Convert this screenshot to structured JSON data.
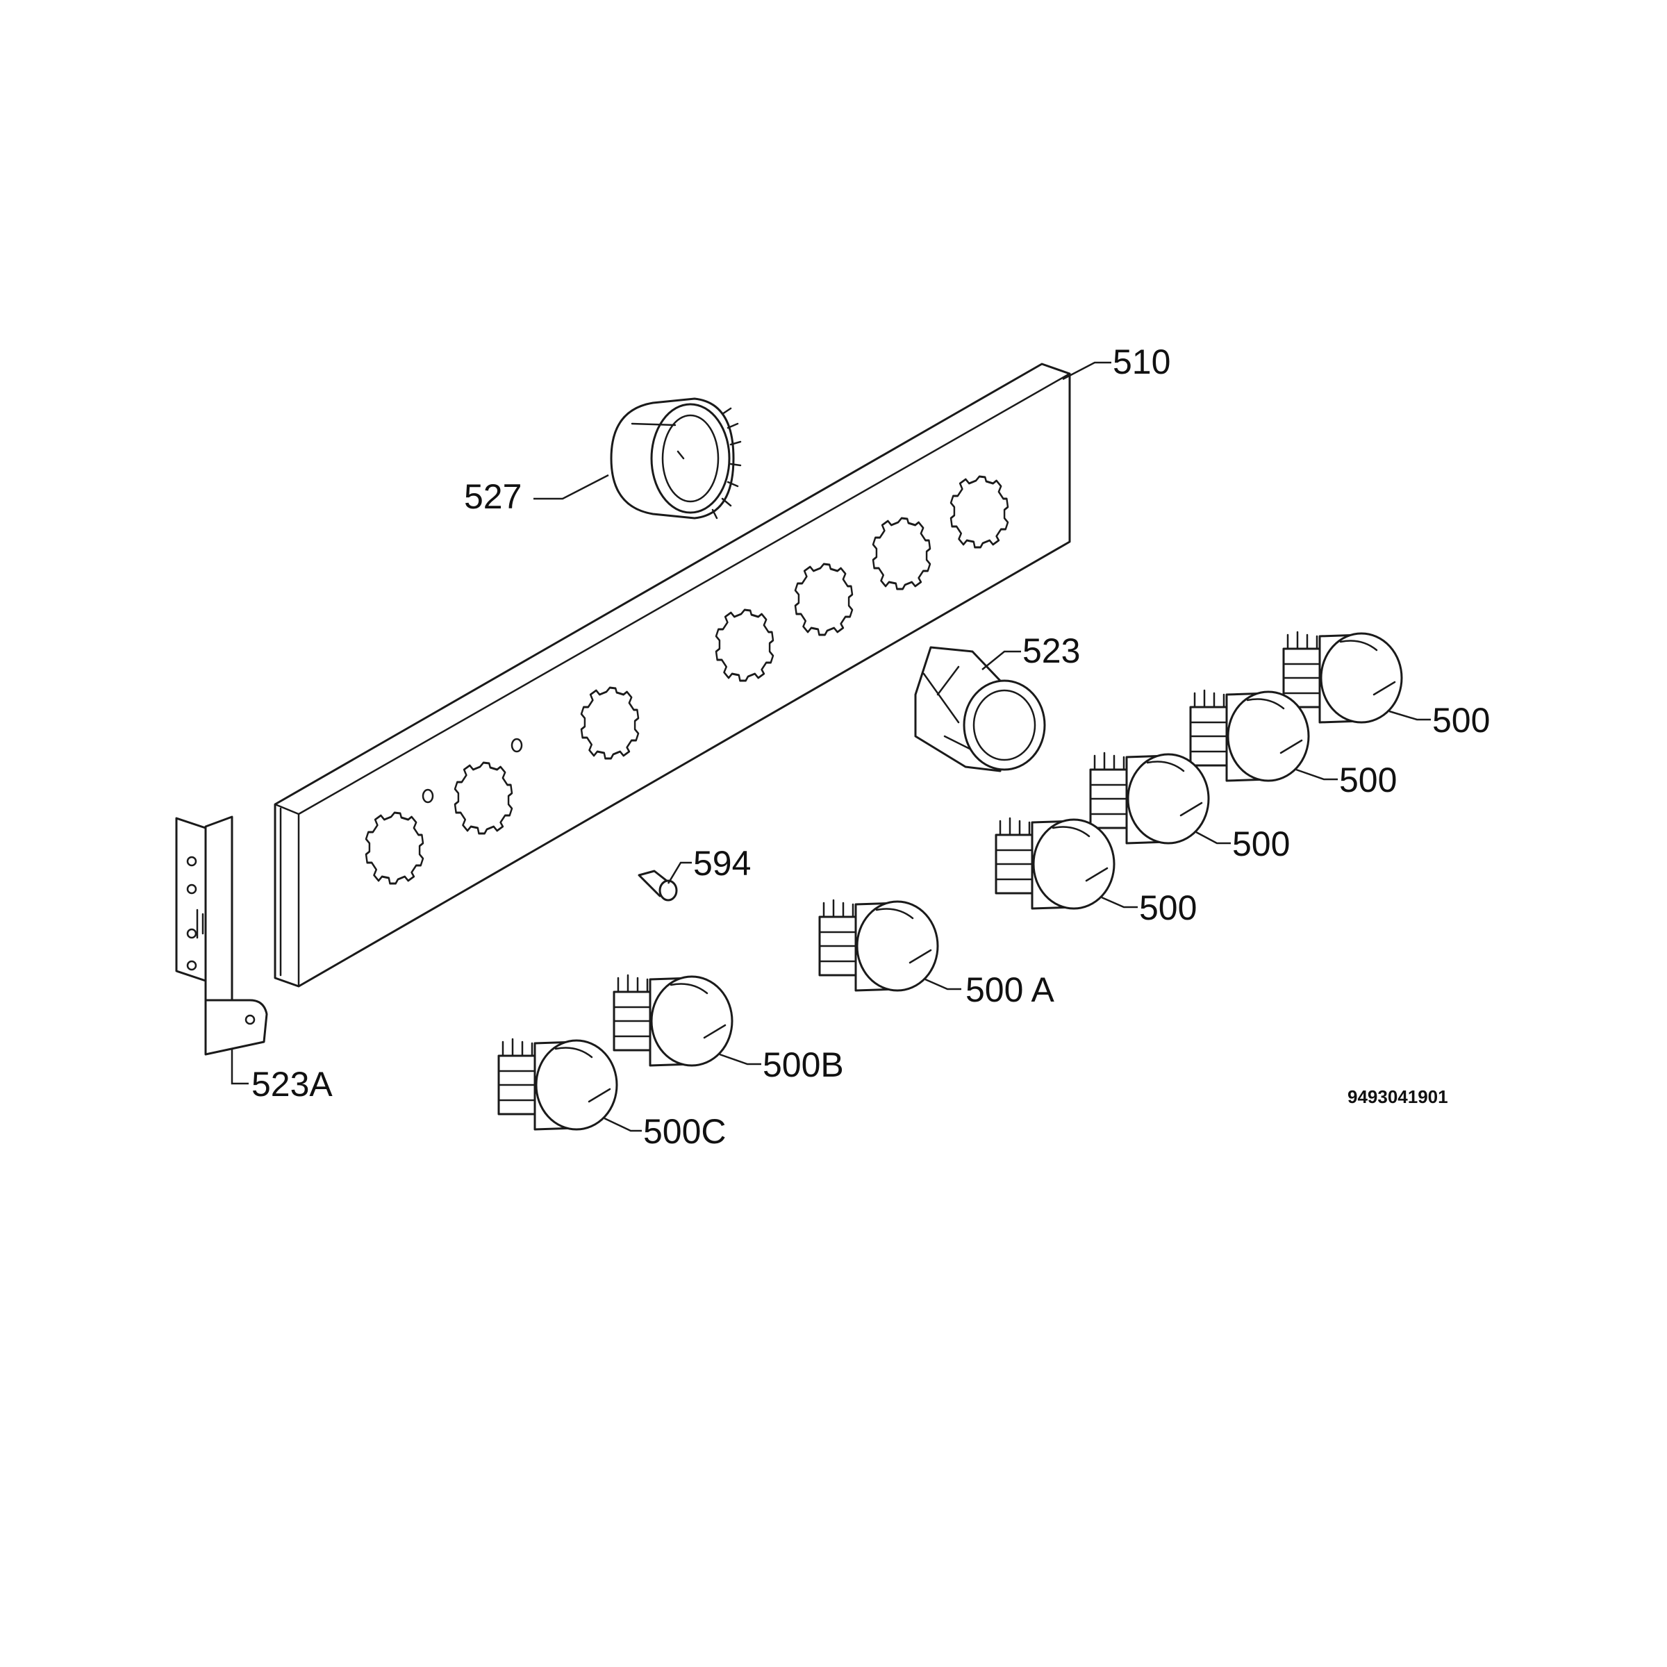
{
  "diagram": {
    "document_number": "9493041901",
    "callouts": {
      "panel": "510",
      "ring": "527",
      "switch": "523",
      "bracket": "523A",
      "pin": "594",
      "knob_1": "500",
      "knob_2": "500",
      "knob_3": "500",
      "knob_4": "500",
      "knob_a": "500 A",
      "knob_b": "500B",
      "knob_c": "500C"
    }
  }
}
